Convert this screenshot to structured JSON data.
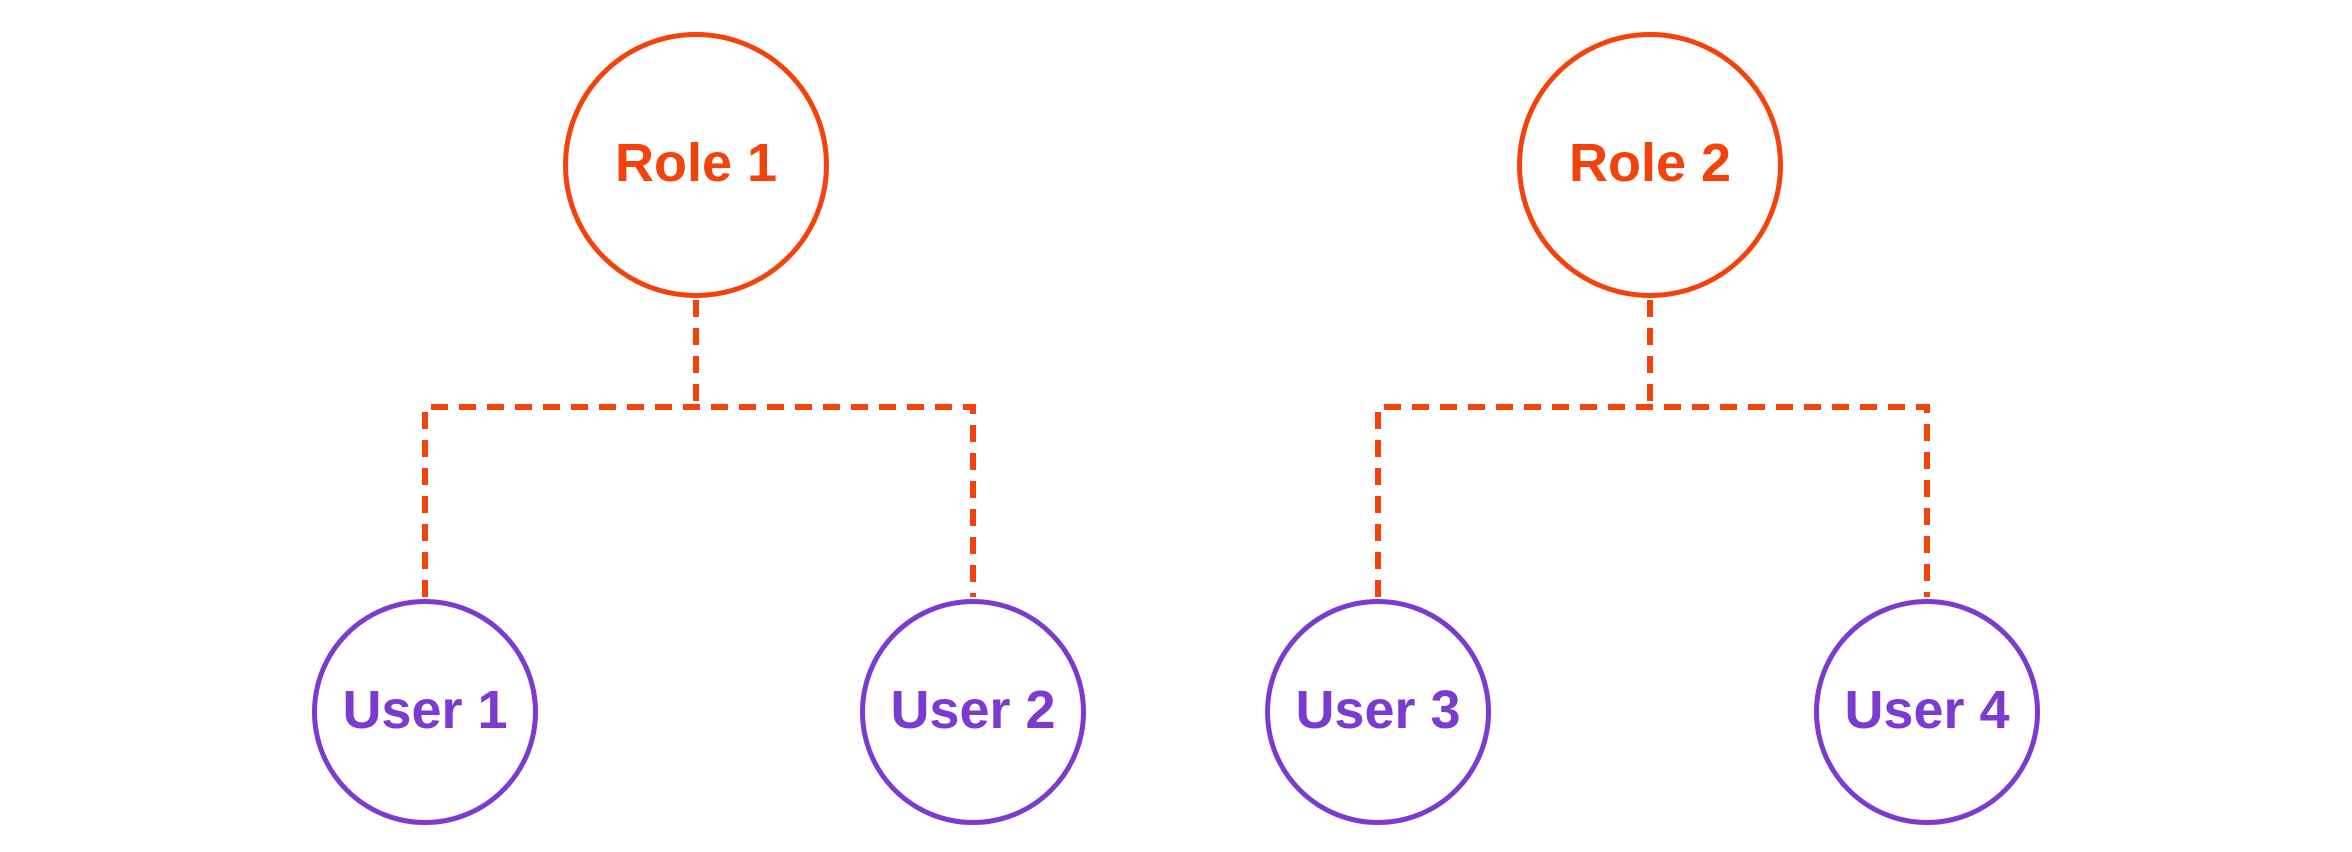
{
  "diagram": {
    "type": "role-user-assignment-tree",
    "background": "#ffffff",
    "colors": {
      "role_accent": "#f4420c",
      "user_accent": "#7c3bd0",
      "connector": "#f4420c"
    },
    "connector_style": "dashed",
    "trees": [
      {
        "role": {
          "label": "Role 1"
        },
        "users": [
          {
            "label": "User 1"
          },
          {
            "label": "User 2"
          }
        ]
      },
      {
        "role": {
          "label": "Role 2"
        },
        "users": [
          {
            "label": "User 3"
          },
          {
            "label": "User 4"
          }
        ]
      }
    ]
  }
}
